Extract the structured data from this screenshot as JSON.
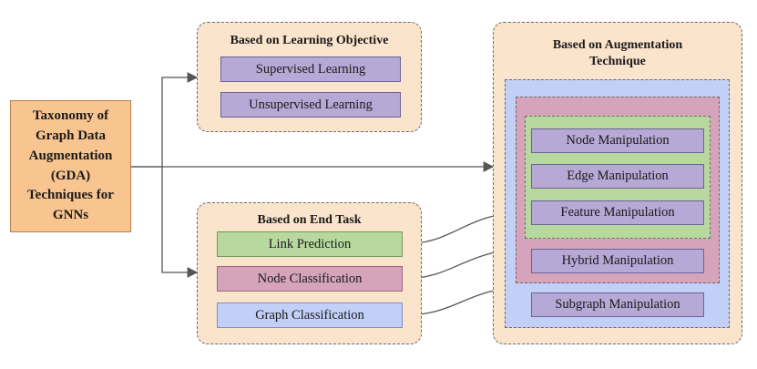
{
  "root": {
    "label": "Taxonomy of\nGraph Data\nAugmentation\n(GDA)\nTechniques for\nGNNs"
  },
  "learning_objective": {
    "title": "Based on  Learning Objective",
    "items": [
      "Supervised Learning",
      "Unsupervised Learning"
    ]
  },
  "end_task": {
    "title": "Based on End Task",
    "items": [
      "Link Prediction",
      "Node Classification",
      "Graph Classification"
    ]
  },
  "augmentation": {
    "title": "Based on  Augmentation\nTechnique",
    "feature_level": [
      "Node Manipulation",
      "Edge Manipulation",
      "Feature Manipulation"
    ],
    "hybrid": "Hybrid Manipulation",
    "subgraph": "Subgraph Manipulation"
  },
  "colors": {
    "root": "#f8c48f",
    "group_bg": "#fbe4cc",
    "purple": "#b6a9d6",
    "green": "#b7d9a0",
    "pink": "#d5a4ba",
    "blue": "#c2cff7",
    "connector": "#555555"
  }
}
